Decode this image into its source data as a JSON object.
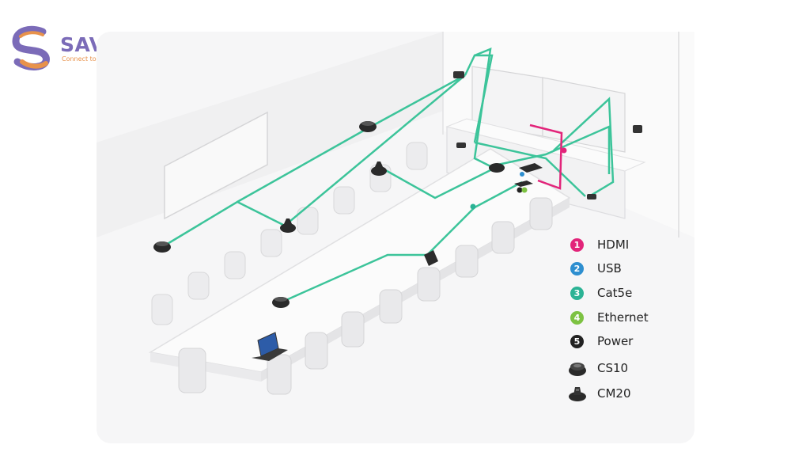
{
  "brand": {
    "name": "SAVITEL",
    "tagline": "Connect to success",
    "colors": {
      "purple": "#7b6bb8",
      "orange": "#e8924b"
    }
  },
  "legend": {
    "items": [
      {
        "num": "1",
        "label": "HDMI",
        "color": "#e2247a"
      },
      {
        "num": "2",
        "label": "USB",
        "color": "#2e8fd0"
      },
      {
        "num": "3",
        "label": "Cat5e",
        "color": "#2bb395"
      },
      {
        "num": "4",
        "label": "Ethernet",
        "color": "#7dc242"
      },
      {
        "num": "5",
        "label": "Power",
        "color": "#222222"
      }
    ],
    "devices": [
      {
        "label": "CS10",
        "icon": "cs10-speaker-icon"
      },
      {
        "label": "CM20",
        "icon": "cm20-microphone-icon"
      }
    ]
  },
  "cable_colors": {
    "cat5e": "#3cc49a",
    "hdmi": "#e2247a",
    "usb": "#2e8fd0",
    "ethernet": "#7dc242"
  }
}
